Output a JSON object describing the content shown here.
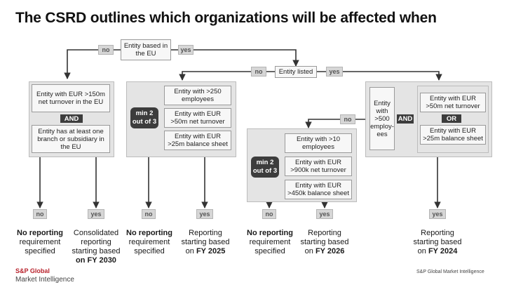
{
  "title": "The CSRD outlines which organizations will be affected when",
  "labels": {
    "yes": "yes",
    "no": "no",
    "and": "AND",
    "or": "OR"
  },
  "nodes": {
    "based_eu": "Entity based in the EU",
    "listed": "Entity listed",
    "eur150": "Entity with EUR >150m net turnover in the EU",
    "branch": "Entity has at least one branch or subsidiary in the EU",
    "min2": "min 2 out of 3",
    "emp250": "Entity with >250 employees",
    "eur50a": "Entity with EUR >50m net turnover",
    "eur25": "Entity with EUR >25m balance sheet",
    "emp10": "Entity with >10 employees",
    "eur900": "Entity with EUR >900k net turnover",
    "eur450": "Entity with EUR >450k balance sheet",
    "emp500": "Entity with >500 employ-ees",
    "eur50b": "Entity with EUR >50m net turnover",
    "eur25b": "Entity with EUR >25m balance sheet"
  },
  "outcomes": {
    "no_reporting_bold": "No reporting",
    "no_reporting_rest": "requirement specified",
    "consolidated_a": "Consolidated reporting starting based",
    "consolidated_b": "on FY 2030",
    "reporting_a": "Reporting starting based",
    "reporting_on": "on",
    "fy2025": "FY 2025",
    "reporting_b": "Reporting starting based",
    "fy2026": "FY 2026",
    "reporting_c": "Reporting starting based",
    "fy2024": "FY 2024"
  },
  "brand": {
    "logo_line1": "S&P Global",
    "logo_line2": "Market Intelligence",
    "footer": "S&P Global Market Intelligence"
  }
}
